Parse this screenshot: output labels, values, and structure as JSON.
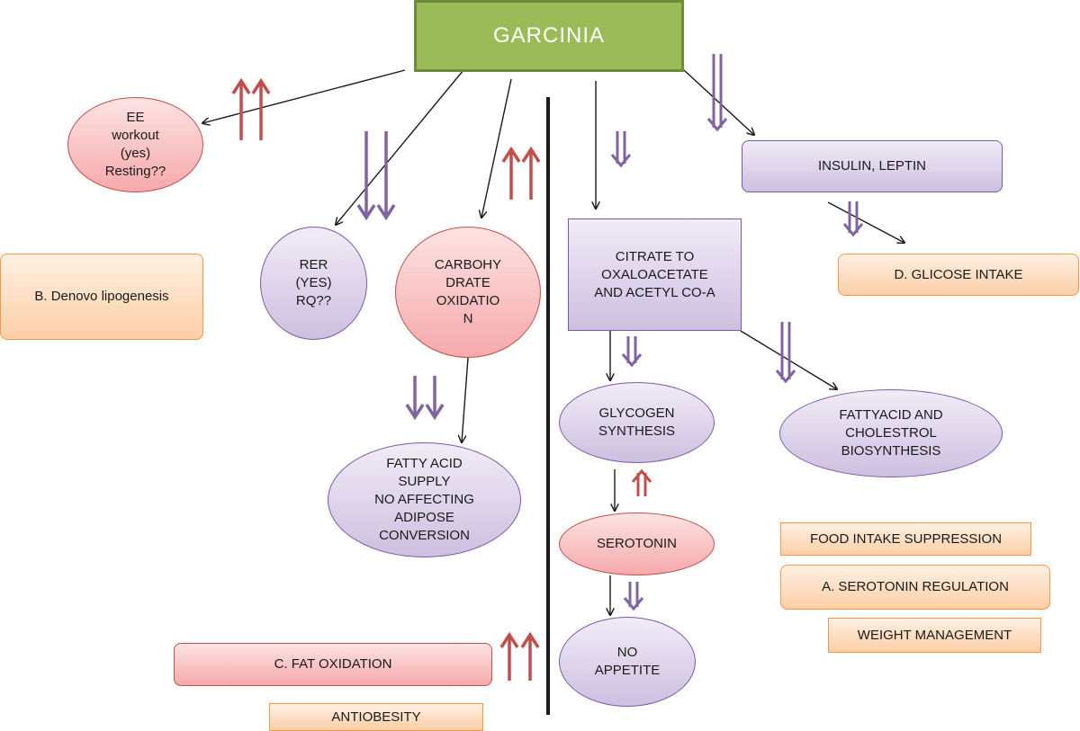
{
  "title": "GARCINIA",
  "nodes": {
    "ee": "EE\nworkout\n(yes)\nResting??",
    "rer": "RER\n(YES)\nRQ??",
    "carb": "CARBOHY\nDRATE\nOXIDATIO\nN",
    "citrate": "CITRATE TO\nOXALOACETATE\nAND ACETYL CO-A",
    "insulin": "INSULIN, LEPTIN",
    "glucose": "D. GLICOSE  INTAKE",
    "denovo": "B. Denovo lipogenesis",
    "fattyacid_supply": "FATTY ACID\nSUPPLY\nNO AFFECTING\nADIPOSE\nCONVERSION",
    "glycogen": "GLYCOGEN\nSYNTHESIS",
    "fattyacid_chol": "FATTYACID AND\nCHOLESTROL\nBIOSYNTHESIS",
    "serotonin": "SEROTONIN",
    "appetite": "NO\nAPPETITE",
    "food_intake": "FOOD INTAKE SUPPRESSION",
    "serotonin_reg": "A. SEROTONIN REGULATION",
    "weight": "WEIGHT MANAGEMENT",
    "fat_ox": "C.  FAT OXIDATION",
    "antiobesity": "ANTIOBESITY"
  },
  "colors": {
    "increase": "#c0504d",
    "decrease": "#8064a2",
    "connector": "#1a1a1a",
    "title_fill": "#9bbb59"
  },
  "indicators": [
    {
      "id": "ee-increase",
      "direction": "up",
      "style": "pair"
    },
    {
      "id": "rer-decrease",
      "direction": "down",
      "style": "pair"
    },
    {
      "id": "carb-increase",
      "direction": "up",
      "style": "pair"
    },
    {
      "id": "citrate-decrease",
      "direction": "down",
      "style": "double-shaft"
    },
    {
      "id": "insulin-decrease",
      "direction": "down",
      "style": "double-shaft"
    },
    {
      "id": "glucose-decrease",
      "direction": "down",
      "style": "double-shaft"
    },
    {
      "id": "fattyacid-supply-decrease",
      "direction": "down",
      "style": "pair"
    },
    {
      "id": "glycogen-decrease",
      "direction": "down",
      "style": "double-shaft"
    },
    {
      "id": "fattyacid-chol-decrease",
      "direction": "down",
      "style": "double-shaft"
    },
    {
      "id": "serotonin-increase",
      "direction": "up",
      "style": "double-shaft"
    },
    {
      "id": "appetite-decrease",
      "direction": "down",
      "style": "double-shaft"
    },
    {
      "id": "fat-oxidation-increase",
      "direction": "up",
      "style": "pair"
    }
  ]
}
